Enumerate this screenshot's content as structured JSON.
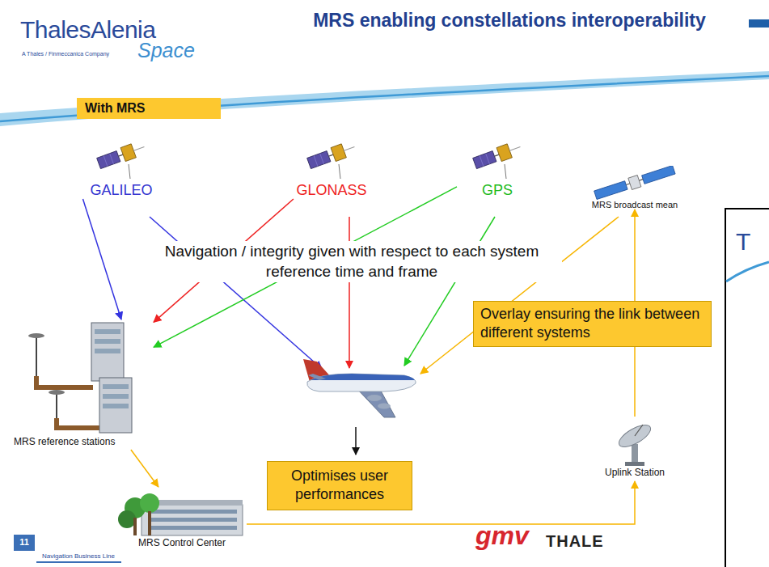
{
  "diagram": {
    "title": "MRS enabling constellations interoperability",
    "nodes": [
      {
        "text": [
          "With MRS"
        ]
      },
      {
        "text": [
          "GALILEO"
        ]
      },
      {
        "text": [
          "GLONASS"
        ]
      },
      {
        "text": [
          "GPS"
        ]
      },
      {
        "text": [
          "MRS broadcast mean"
        ]
      },
      {
        "text": [
          "Overlay ensuring the link between different systems"
        ]
      },
      {
        "text": [
          "MRS reference stations"
        ]
      },
      {
        "text": [
          "Optimises user performances"
        ]
      },
      {
        "text": [
          "Uplink Station"
        ]
      },
      {
        "text": [
          "MRS Control Center"
        ]
      }
    ],
    "edges": [
      {
        "from": 1,
        "to": 6,
        "arrow": "to"
      },
      {
        "from": 2,
        "to": 6,
        "arrow": "to"
      },
      {
        "from": 3,
        "to": 6,
        "arrow": "to"
      },
      {
        "from": 6,
        "to": 9,
        "arrow": "to"
      },
      {
        "from": 9,
        "to": 8,
        "arrow": "to"
      },
      {
        "from": 8,
        "to": 4,
        "arrow": "to"
      }
    ],
    "labels": [
      "ThalesAlenia",
      "Space",
      "A Thales / Finmeccanica Company",
      "Navigation / integrity given with respect to each system reference time and frame",
      "11",
      "Navigation Business Line",
      "gmv",
      "THALE",
      "T"
    ]
  }
}
